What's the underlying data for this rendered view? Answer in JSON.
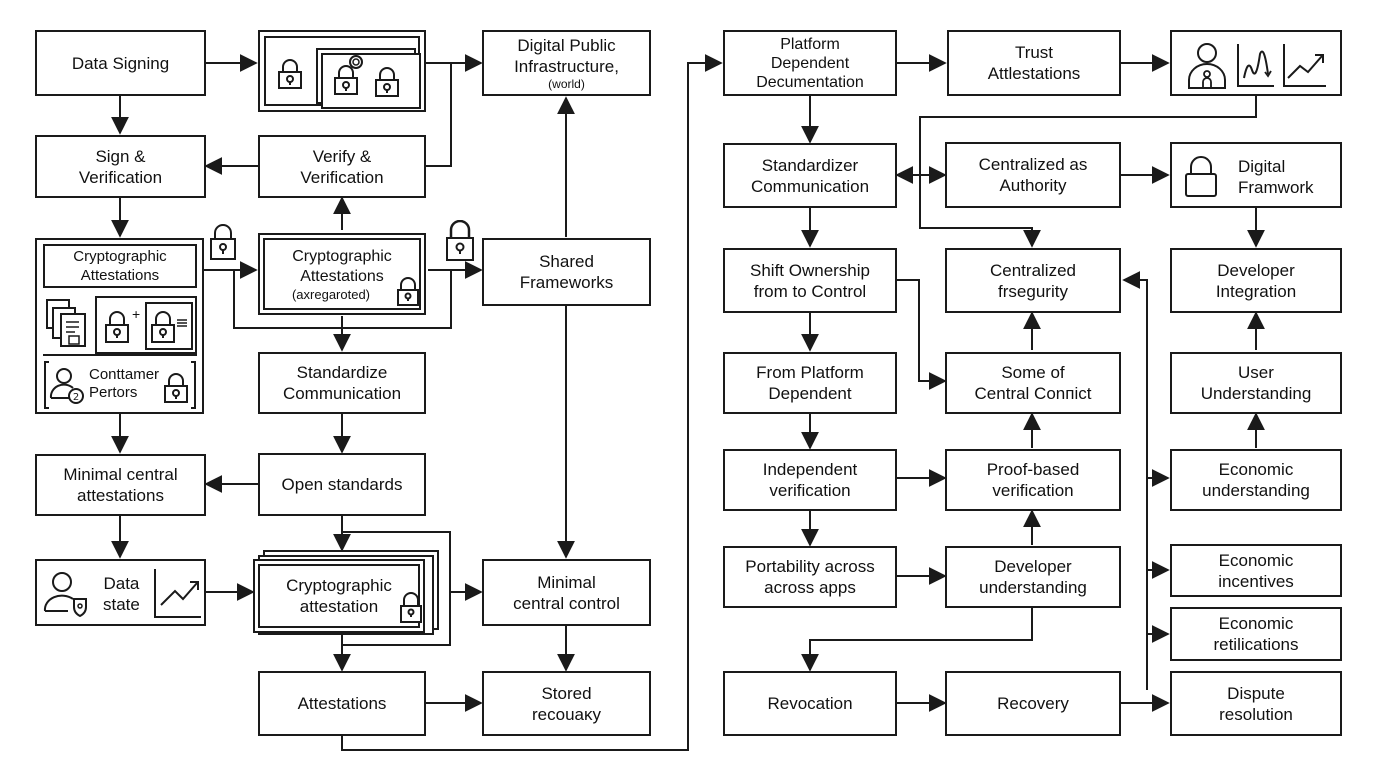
{
  "diagram": {
    "colors": {
      "stroke": "#1a1a1a",
      "background": "#ffffff",
      "text": "#111111"
    },
    "nodes": {
      "data_signing": {
        "label": "Data Signing"
      },
      "lock_bundle": {
        "label": "",
        "icons": [
          "lock-icon",
          "lock-icon",
          "lock-icon",
          "key-ring-icon"
        ]
      },
      "digital_public_infra": {
        "label": "Digital Public\nInfrastructure,",
        "sub": "(world)"
      },
      "sign_verification": {
        "label": "Sign  &\nVerification"
      },
      "verify_verification": {
        "label": "Verify &\nVerification"
      },
      "crypto_attest_left": {
        "label": "Cryptographic\nAttestations",
        "container_label": "Conttamer\nPertors"
      },
      "crypto_attest_mid": {
        "label": "Cryptographic\nAttestations",
        "sub": "(axregaroted)"
      },
      "shared_frameworks": {
        "label": "Shared\nFrameworks"
      },
      "standardize_comm": {
        "label": "Standardize\nCommunication"
      },
      "minimal_central_attest": {
        "label": "Minimal central\nattestations"
      },
      "open_standards": {
        "label": "Open standards"
      },
      "data_state": {
        "label": "Data\nstate"
      },
      "crypto_attestation": {
        "label": "Cryptographic\nattestation"
      },
      "minimal_central_control": {
        "label": "Minimal\ncentral control"
      },
      "attestations": {
        "label": "Attestations"
      },
      "stored_recovery": {
        "label": "Stored\nrecouaĸy"
      },
      "platform_dep_doc": {
        "label": "Platform\nDependent\nDecumentation"
      },
      "trust_attest": {
        "label": "Trust\nAttlestations"
      },
      "user_charts": {
        "label": "",
        "icons": [
          "user-icon",
          "wave-chart-icon",
          "trend-chart-icon"
        ]
      },
      "standardizer_comm": {
        "label": "Standardizer\nCommunication"
      },
      "centralized_authority": {
        "label": "Centralized as\nAuthority"
      },
      "digital_framwork": {
        "label": "Digital\nFramwork"
      },
      "shift_ownership": {
        "label": "Shift Ownership\nfrom to Control"
      },
      "centralized_security": {
        "label": "Centralized\nfrsegurity"
      },
      "developer_integration": {
        "label": "Developer\nIntegration"
      },
      "from_platform_dep": {
        "label": "From Platform\nDependent"
      },
      "some_central": {
        "label": "Some of\nCentral Conпict"
      },
      "user_understanding": {
        "label": "User\nUnderstanding"
      },
      "independent_verif": {
        "label": "Independent\nverification"
      },
      "proof_based_verif": {
        "label": "Proof-based\nverification"
      },
      "economic_understanding": {
        "label": "Economic\nunderstanding"
      },
      "portability": {
        "label": "Portability across\nacross apps"
      },
      "developer_understanding": {
        "label": "Developer\nunderstanding"
      },
      "economic_incentives": {
        "label": "Economic\nincentives"
      },
      "economic_retilications": {
        "label": "Economic\nretilications"
      },
      "revocation": {
        "label": "Revocation"
      },
      "recovery": {
        "label": "Recovery"
      },
      "dispute_resolution": {
        "label": "Dispute\nresolution"
      }
    }
  }
}
